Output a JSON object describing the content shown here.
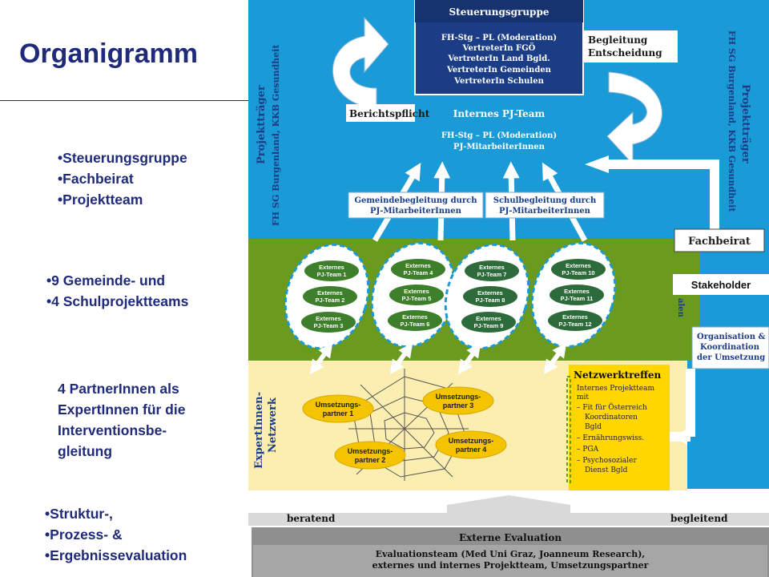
{
  "slide": {
    "title": "Organigramm"
  },
  "left_panel": {
    "group1": [
      "Steuerungsgruppe",
      "Fachbeirat",
      "Projektteam"
    ],
    "group2": [
      "9 Gemeinde- und",
      "4 Schulprojektteams"
    ],
    "group3": [
      "4 PartnerInnen als",
      "ExpertInnen für die",
      "Interventionsbe-",
      "gleitung"
    ],
    "group4": [
      "Struktur-,",
      "Prozess- &",
      "Ergebnissevaluation"
    ]
  },
  "diagram": {
    "steuerungsgruppe": {
      "title": "Steuerungsgruppe",
      "lines": [
        "FH-Stg – PL (Moderation)",
        "VertreterIn FGÖ",
        "VertreterIn Land Bgld.",
        "VertreterIn Gemeinden",
        "VertreterIn Schulen"
      ]
    },
    "begleitung": [
      "Begleitung",
      "Entscheidung"
    ],
    "berichtspflicht": "Berichtspflicht",
    "internes_team": {
      "title": "Internes PJ-Team",
      "lines": [
        "FH-Stg – PL (Moderation)",
        "PJ-MitarbeiterInnen"
      ]
    },
    "projekttraeger_left": [
      "Projektträger",
      "FH SG Burgenland,  KKB Gesundheit"
    ],
    "projekttraeger_right": [
      "Projektträger",
      "FH SG Burgenland,  KKB Gesundheit"
    ],
    "gemeindebegleitung": [
      "Gemeindebegleitung durch",
      "PJ-MitarbeiterInnen"
    ],
    "schulbegleitung": [
      "Schulbegleitung durch",
      "PJ-MitarbeiterInnen"
    ],
    "fachbeirat": "Fachbeirat",
    "stakeholder": "Stakeholder",
    "green_side_fragment": "alen",
    "organisation": [
      "Organisation &",
      "Koordination",
      "der Umsetzung"
    ],
    "team_groups": [
      [
        "Externes PJ-Team 1",
        "Externes PJ-Team 2",
        "Externes PJ-Team 3"
      ],
      [
        "Externes PJ-Team 4",
        "Externes PJ-Team 5",
        "Externes PJ-Team 6"
      ],
      [
        "Externes PJ-Team 7",
        "Externes PJ-Team 8",
        "Externes PJ-Team 9"
      ],
      [
        "Externes PJ-Team 10",
        "Externes PJ-Team 11",
        "Externes PJ-Team 12"
      ]
    ],
    "expert_netzwerk": [
      "ExpertInnen-",
      "Netzwerk"
    ],
    "partners": [
      [
        "Umsetzungs-",
        "partner 1"
      ],
      [
        "Umsetzungs-",
        "partner 3"
      ],
      [
        "Umsetzungs-",
        "partner 2"
      ],
      [
        "Umsetzungs-",
        "partner 4"
      ]
    ],
    "netzwerktreffen": {
      "title": "Netzwerktreffen",
      "lines": [
        "Internes Projektteam",
        "mit",
        "– Fit für Österreich",
        "Koordinatoren",
        "Bgld",
        "– Ernährungswiss.",
        "– PGA",
        "– Psychosozialer",
        "Dienst Bgld"
      ]
    },
    "beratend": "beratend",
    "begleitend": "begleitend",
    "evaluation": {
      "title": "Externe Evaluation",
      "lines": [
        "Evaluationsteam (Med Uni Graz, Joanneum Research),",
        "externes und internes Projektteam, Umsetzungspartner"
      ]
    }
  }
}
